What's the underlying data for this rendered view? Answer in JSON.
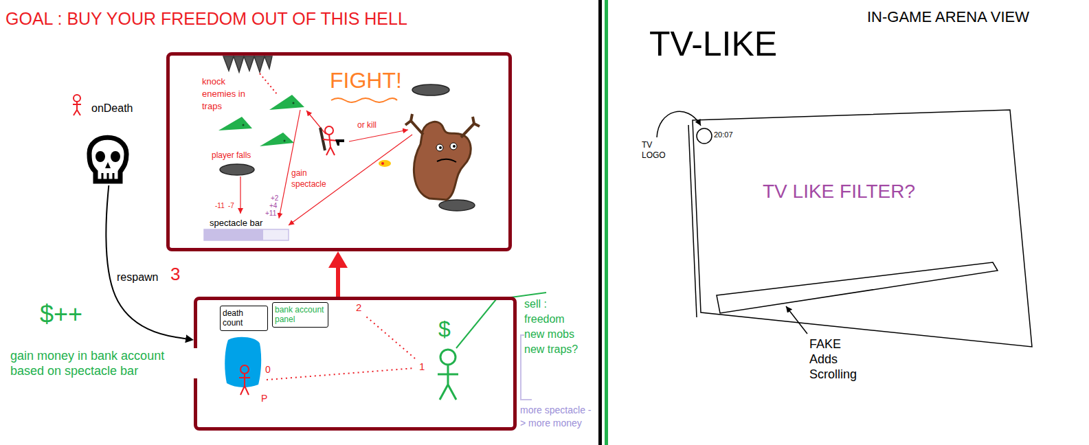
{
  "diagram": {
    "title": "GOAL : BUY YOUR FREEDOM OUT OF THIS HELL",
    "nodes": [
      {
        "text": [
          "FIGHT!"
        ]
      },
      {
        "text": [
          "spectacle bar"
        ],
        "in": 0
      },
      {
        "text": [
          "onDeath"
        ]
      },
      {
        "text": [
          "0",
          "P"
        ]
      },
      {
        "text": [
          "death count"
        ],
        "in": 3
      },
      {
        "text": [
          "bank account panel"
        ],
        "in": 3
      },
      {
        "text": [
          "TV LIKE FILTER?"
        ]
      },
      {
        "text": [
          "TV LOGO"
        ],
        "in": 6
      },
      {
        "text": [
          "FAKE Adds Scrolling"
        ],
        "in": 6
      }
    ],
    "edges": [
      {
        "from": 2,
        "to": 3,
        "label": "respawn",
        "arrow": "to"
      },
      {
        "from": 3,
        "to": 0,
        "arrow": "to"
      }
    ],
    "labels": [
      "knock enemies in traps",
      "or kill",
      "player falls",
      "gain spectacle",
      "-11",
      "-7",
      "+2",
      "+4",
      "+11",
      "3",
      "$++",
      "gain money in bank account based on spectacle bar",
      "1",
      "2",
      "$",
      "sell : freedom new mobs new traps?",
      "more spectacle -> more money",
      "TV-LIKE",
      "IN-GAME ARENA VIEW",
      "20:07"
    ]
  }
}
